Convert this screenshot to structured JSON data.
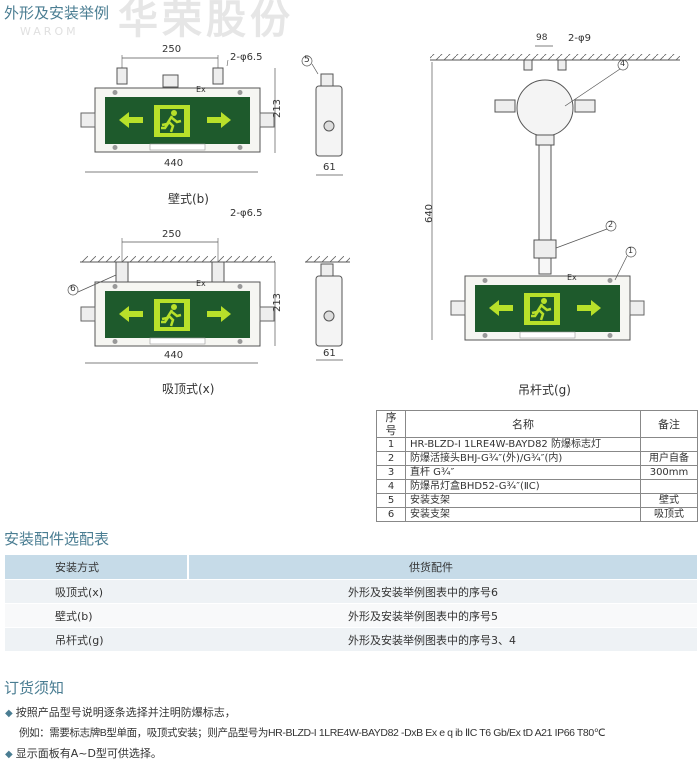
{
  "watermark": {
    "brand_cn": "华荣股份",
    "brand_en": "WAROM"
  },
  "section1": {
    "title": "外形及安装举例",
    "fig_b": {
      "caption": "壁式(b)",
      "dim_width": "440",
      "dim_holes": "250",
      "dim_height": "213",
      "dim_depth": "61",
      "hole_note": "2-φ6.5",
      "callout": "5",
      "ex_mark": "Ex"
    },
    "fig_x": {
      "caption": "吸顶式(x)",
      "dim_width": "440",
      "dim_holes": "250",
      "dim_height": "213",
      "dim_depth": "61",
      "hole_note": "2-φ6.5",
      "callout": "6",
      "ex_mark": "Ex"
    },
    "fig_g": {
      "caption": "吊杆式(g)",
      "dim_length": "640",
      "dim_holes": "98",
      "hole_note": "2-φ9",
      "callouts": [
        "1",
        "2",
        "4"
      ],
      "ex_mark": "Ex"
    },
    "parts_table": {
      "headers": [
        "序号",
        "名称",
        "备注"
      ],
      "rows": [
        {
          "no": "1",
          "name": "HR-BLZD-I 1LRE4W-BAYD82 防爆标志灯",
          "note": ""
        },
        {
          "no": "2",
          "name": "防爆活接头BHJ-G¾″(外)/G¾″(内)",
          "note": "用户自备"
        },
        {
          "no": "3",
          "name": "直杆 G¾″",
          "note": "300mm"
        },
        {
          "no": "4",
          "name": "防爆吊灯盒BHD52-G¾″(ⅡC)",
          "note": ""
        },
        {
          "no": "5",
          "name": "安装支架",
          "note": "壁式"
        },
        {
          "no": "6",
          "name": "安装支架",
          "note": "吸顶式"
        }
      ]
    }
  },
  "section2": {
    "title": "安装配件选配表",
    "headers": [
      "安装方式",
      "供货配件"
    ],
    "rows": [
      {
        "mode": "吸顶式(x)",
        "parts": "外形及安装举例图表中的序号6"
      },
      {
        "mode": "壁式(b)",
        "parts": "外形及安装举例图表中的序号5"
      },
      {
        "mode": "吊杆式(g)",
        "parts": "外形及安装举例图表中的序号3、4"
      }
    ]
  },
  "section3": {
    "title": "订货须知",
    "items": [
      "按照产品型号说明逐条选择并注明防爆标志，",
      "例如：需要标志牌B型单面，吸顶式安装；则产品型号为HR-BLZD-I 1LRE4W-BAYD82 -DxB   Ex e q ib ⅡC T6 Gb/Ex tD A21 IP66 T80℃",
      "显示面板有A~D型可供选择。"
    ]
  },
  "colors": {
    "accent": "#4a7d92",
    "sign_green": "#1e5a2c",
    "sign_arrow": "#b8e02a",
    "table_header": "#c6dbe8"
  }
}
